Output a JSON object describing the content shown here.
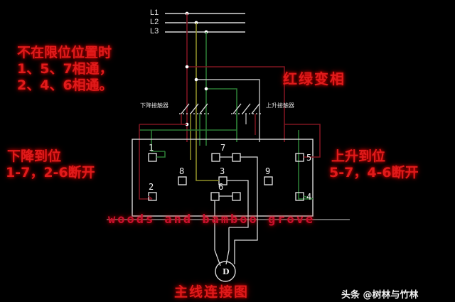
{
  "diagram": {
    "title_caption": "主线连接图",
    "supply_lines": [
      {
        "name": "L1",
        "label": "L1",
        "color": "#8b1a1a"
      },
      {
        "name": "L2",
        "label": "L2",
        "color": "#8a8a2a"
      },
      {
        "name": "L3",
        "label": "L3",
        "color": "#1f7a2f"
      }
    ],
    "contactors": [
      {
        "id": "down",
        "label": "下降接触器"
      },
      {
        "id": "up",
        "label": "上升接触器"
      }
    ],
    "motor": {
      "label": "D"
    },
    "terminals": [
      {
        "id": "t1",
        "label": "1"
      },
      {
        "id": "t2",
        "label": "2"
      },
      {
        "id": "t3",
        "label": "3"
      },
      {
        "id": "t4",
        "label": "4"
      },
      {
        "id": "t5",
        "label": "5"
      },
      {
        "id": "t6",
        "label": "6"
      },
      {
        "id": "t7",
        "label": "7"
      },
      {
        "id": "t8",
        "label": "8"
      },
      {
        "id": "t9",
        "label": "9"
      }
    ],
    "notes": {
      "top_left_line1": "不在限位位置时",
      "top_left_line2": "1、5、7相通，",
      "top_left_line3": "2、4、6相通。",
      "phase_swap": "红绿变相",
      "left_line1": "下降到位",
      "left_line2": "1-7，2-6断开",
      "right_line1": "上升到位",
      "right_line2": "5-7，4-6断开"
    },
    "watermarks": {
      "center": "woods and bamboo grove",
      "corner": "头条 @树林与竹林"
    },
    "colors": {
      "line_white": "#d9d9d9",
      "phase_red": "#7e1520",
      "phase_yellow": "#8f8f28",
      "phase_green": "#2b7a34",
      "annotation_red": "#e01b1b",
      "background": "#000000"
    }
  }
}
